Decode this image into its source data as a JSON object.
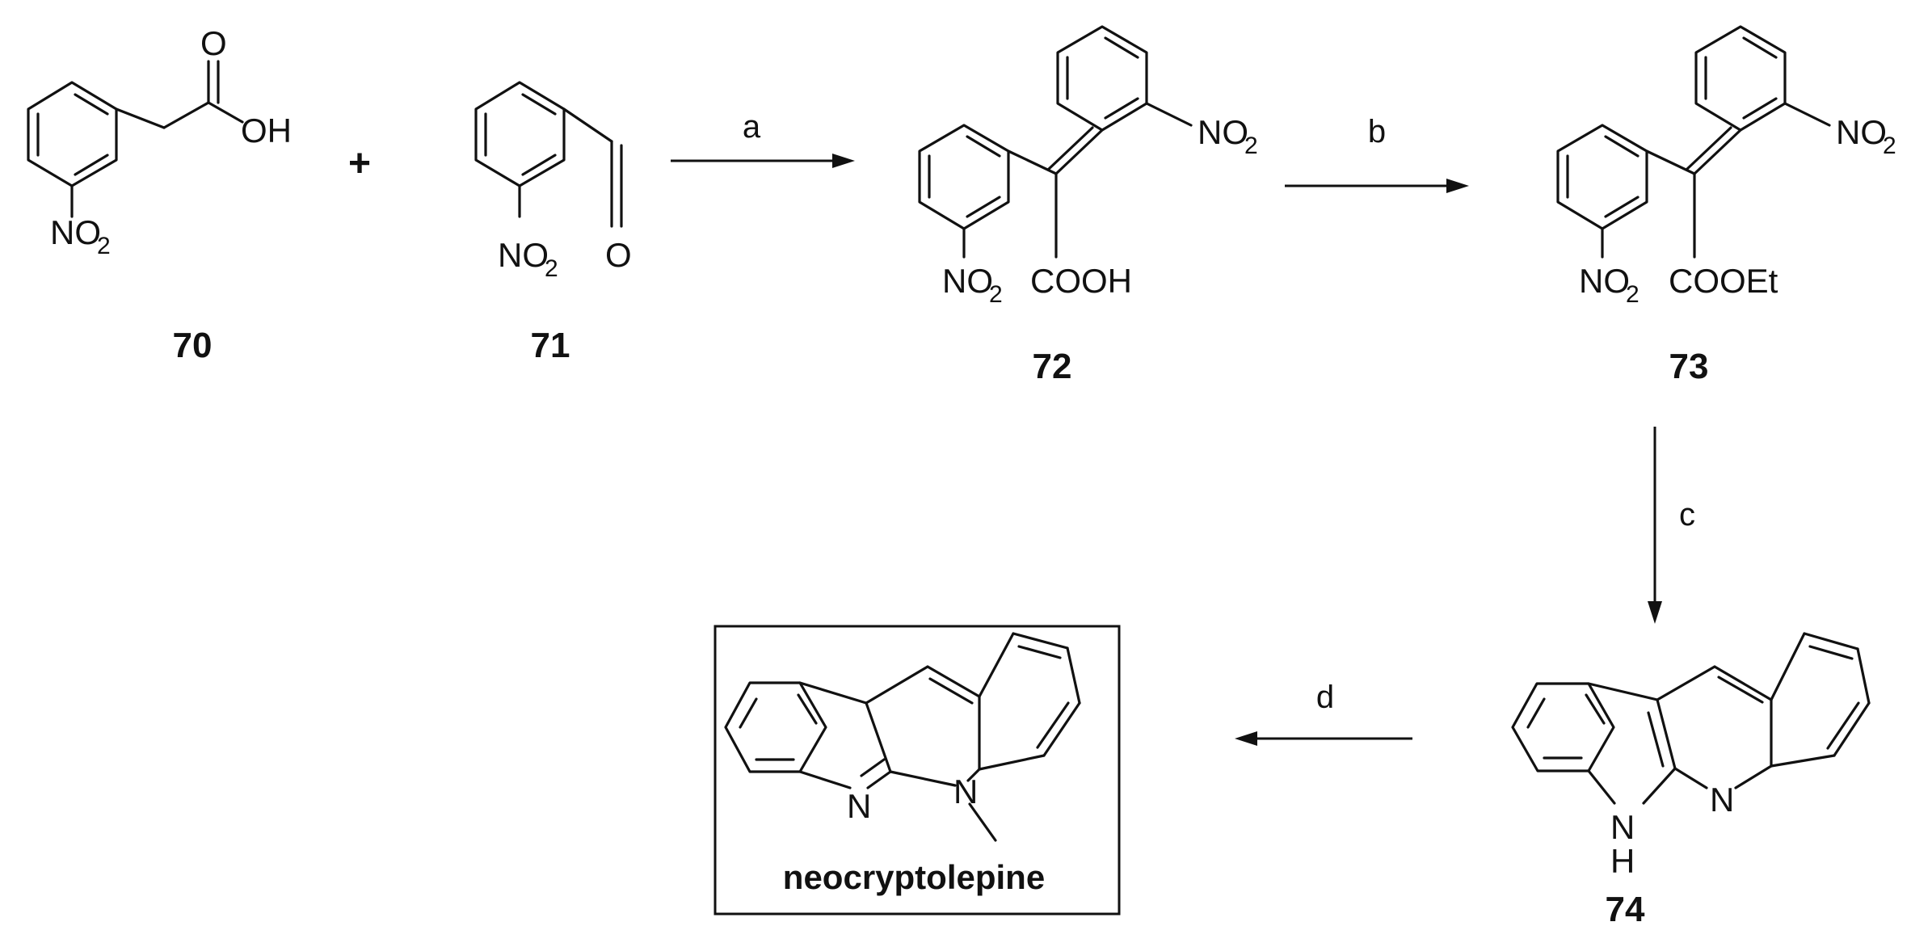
{
  "compounds": {
    "c70": {
      "number": "70",
      "label_oh": "OH",
      "label_o": "O",
      "label_no2": "NO",
      "sub2": "2"
    },
    "c71": {
      "number": "71",
      "label_o": "O",
      "label_no2": "NO",
      "sub2": "2"
    },
    "c72": {
      "number": "72",
      "label_no2_top": "NO",
      "label_no2_bottom": "NO",
      "sub2": "2",
      "label_acid": "COOH"
    },
    "c73": {
      "number": "73",
      "label_no2_top": "NO",
      "label_no2_bottom": "NO",
      "sub2": "2",
      "label_ester": "COOEt"
    },
    "c74": {
      "number": "74",
      "label_nh_n": "N",
      "label_nh_h": "H",
      "label_n": "N"
    },
    "neo": {
      "name": "neocryptolepine",
      "label_n1": "N",
      "label_n2": "N"
    }
  },
  "plus_sign": "+",
  "steps": {
    "a": "a",
    "b": "b",
    "c": "c",
    "d": "d"
  }
}
